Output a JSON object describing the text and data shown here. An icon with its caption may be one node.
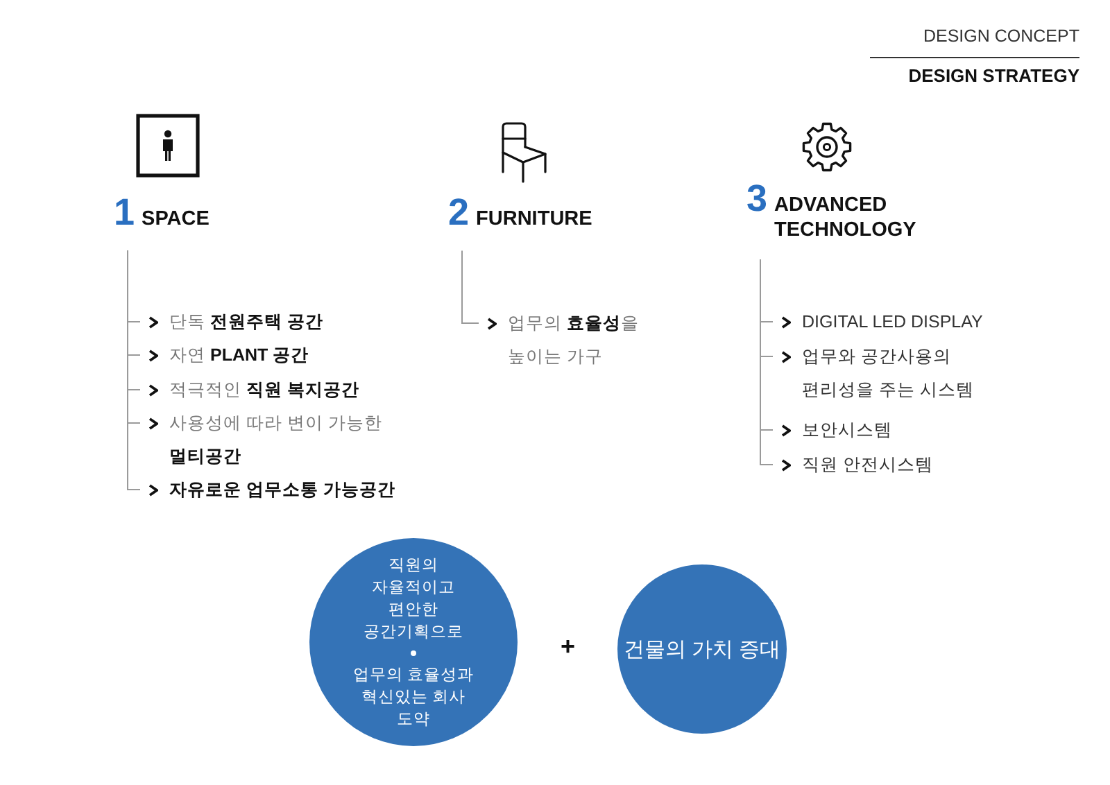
{
  "diagram": {
    "nodes": [
      {
        "text": [
          "1",
          "SPACE"
        ]
      },
      {
        "text": [
          "단독 **전원주택 공간**"
        ]
      },
      {
        "text": [
          "자연 **PLANT 공간**"
        ]
      },
      {
        "text": [
          "적극적인 **직원 복지공간**"
        ]
      },
      {
        "text": [
          "사용성에 따라 변이 가능한 **멀티공간**"
        ]
      },
      {
        "text": [
          "자유로운 업무소통 가능공간"
        ]
      },
      {
        "text": [
          "2",
          "FURNITURE"
        ]
      },
      {
        "text": [
          "업무의 **효율성**을 높이는 가구"
        ]
      },
      {
        "text": [
          "3",
          "ADVANCED TECHNOLOGY"
        ]
      },
      {
        "text": [
          "DIGITAL LED DISPLAY"
        ]
      },
      {
        "text": [
          "업무와 공간사용의 편리성을 주는 시스템"
        ]
      },
      {
        "text": [
          "보안시스템"
        ]
      },
      {
        "text": [
          "직원 안전시스템"
        ]
      },
      {
        "text": [
          "직원의 자율적이고 편안한 공간기획으로",
          "업무의 효율성과 혁신있는 회사 도약"
        ]
      },
      {
        "text": [
          "건물의 가치 증대"
        ]
      }
    ],
    "edges": [
      {
        "from": 0,
        "to": 1,
        "arrow": "none"
      },
      {
        "from": 0,
        "to": 2,
        "arrow": "none"
      },
      {
        "from": 0,
        "to": 3,
        "arrow": "none"
      },
      {
        "from": 0,
        "to": 4,
        "arrow": "none"
      },
      {
        "from": 0,
        "to": 5,
        "arrow": "none"
      },
      {
        "from": 6,
        "to": 7,
        "arrow": "none"
      },
      {
        "from": 8,
        "to": 9,
        "arrow": "none"
      },
      {
        "from": 8,
        "to": 10,
        "arrow": "none"
      },
      {
        "from": 8,
        "to": 11,
        "arrow": "none"
      },
      {
        "from": 8,
        "to": 12,
        "arrow": "none"
      }
    ],
    "labels": [
      "DESIGN CONCEPT",
      "DESIGN STRATEGY",
      "+"
    ]
  }
}
